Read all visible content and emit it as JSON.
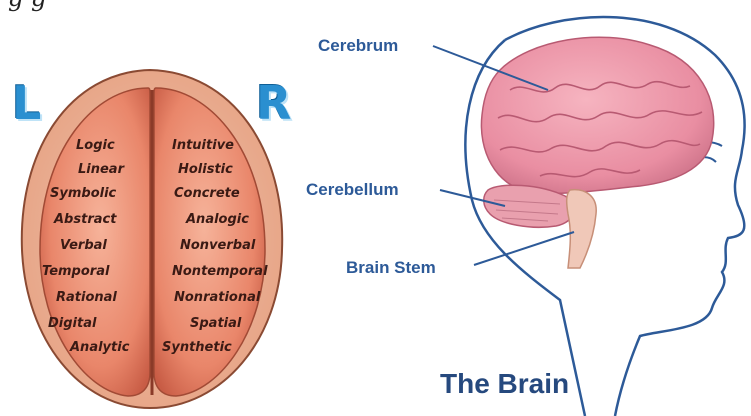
{
  "header_fragment": "g                        g",
  "top_view": {
    "left_marker": "L",
    "right_marker": "R",
    "left_traits": [
      "Logic",
      "Linear",
      "Symbolic",
      "Abstract",
      "Verbal",
      "Temporal",
      "Rational",
      "Digital",
      "Analytic"
    ],
    "right_traits": [
      "Intuitive",
      "Holistic",
      "Concrete",
      "Analogic",
      "Nonverbal",
      "Nontemporal",
      "Nonrational",
      "Spatial",
      "Synthetic"
    ]
  },
  "side_view": {
    "labels": {
      "cerebrum": "Cerebrum",
      "cerebellum": "Cerebellum",
      "brain_stem": "Brain Stem"
    },
    "title": "The Brain"
  },
  "colors": {
    "brain_pink": "#e98ea2",
    "hemisphere_orange": "#e8876a",
    "outline_blue": "#2d5a98",
    "marker_blue": "#2a8fd0"
  }
}
